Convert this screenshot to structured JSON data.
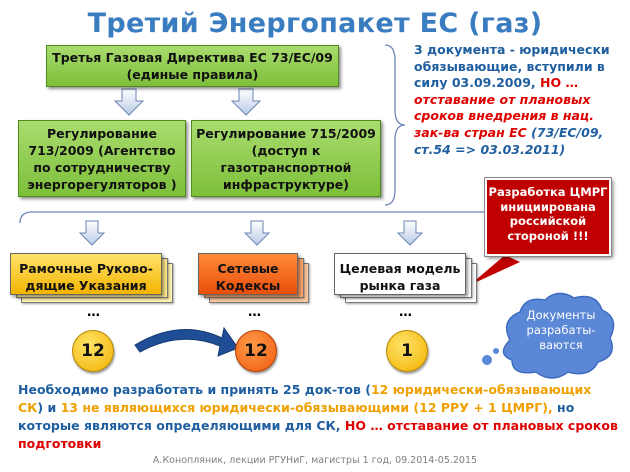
{
  "title": "Третий Энергопакет ЕС (газ)",
  "directive": {
    "line1": "Третья Газовая Директива ЕС 73/ЕС/09",
    "line2": "(единые правила)"
  },
  "reg713": {
    "line1": "Регулирование",
    "line2": "713/2009 (Агентство",
    "line3": "по сотрудничеству",
    "line4": "энергорегуляторов )"
  },
  "reg715": {
    "line1": "Регулирование 715/2009",
    "line2": "(доступ к",
    "line3": "газотранспортной",
    "line4": "инфраструктуре)"
  },
  "note": {
    "p1": "3 документа - юридически обязывающие, вступили в силу 03.09.2009, ",
    "p2": "НО …",
    "p3": "отставание от плановых сроков внедрения в нац. зак-ва стран ЕС",
    "p4": " (73/ЕС/09, ст.54 => 03.03.2011)"
  },
  "callout": {
    "text": "Разработка ЦМРГ инициирована российской стороной !!!"
  },
  "cards": {
    "rru": {
      "line1": "Рамочные Руково-",
      "line2": "дящие Указания",
      "dots": "…",
      "count": "12"
    },
    "codes": {
      "line1": "Сетевые",
      "line2": "Кодексы",
      "dots": "…",
      "count": "12"
    },
    "model": {
      "line1": "Целевая модель",
      "line2": "рынка газа",
      "dots": "…",
      "count": "1"
    }
  },
  "cloud": {
    "text": "Документы разрабаты-ваются"
  },
  "bottom": {
    "s1": "Необходимо разработать и принять 25 док-тов  (",
    "s2": "12 юридически-обязывающих СК",
    "s3": ") и ",
    "s4": "13 не являющихся юридически-обязывающими (12 РРУ + 1 ЦМРГ),",
    "s5": " но которые являются определяющими для СК, ",
    "s6": "НО … отставание от плановых сроков подготовки"
  },
  "footer": "А.Конопляник, лекции РГУНиГ, магистры 1 год, 09.2014-05.2015",
  "colors": {
    "title_blue": "#3a7cc0",
    "green": "#8fcf4a",
    "yellow": "#f7c514",
    "orange": "#f26a1f",
    "red": "#e00000",
    "callout_red": "#c00000",
    "cloud_blue": "#5a87d6"
  }
}
